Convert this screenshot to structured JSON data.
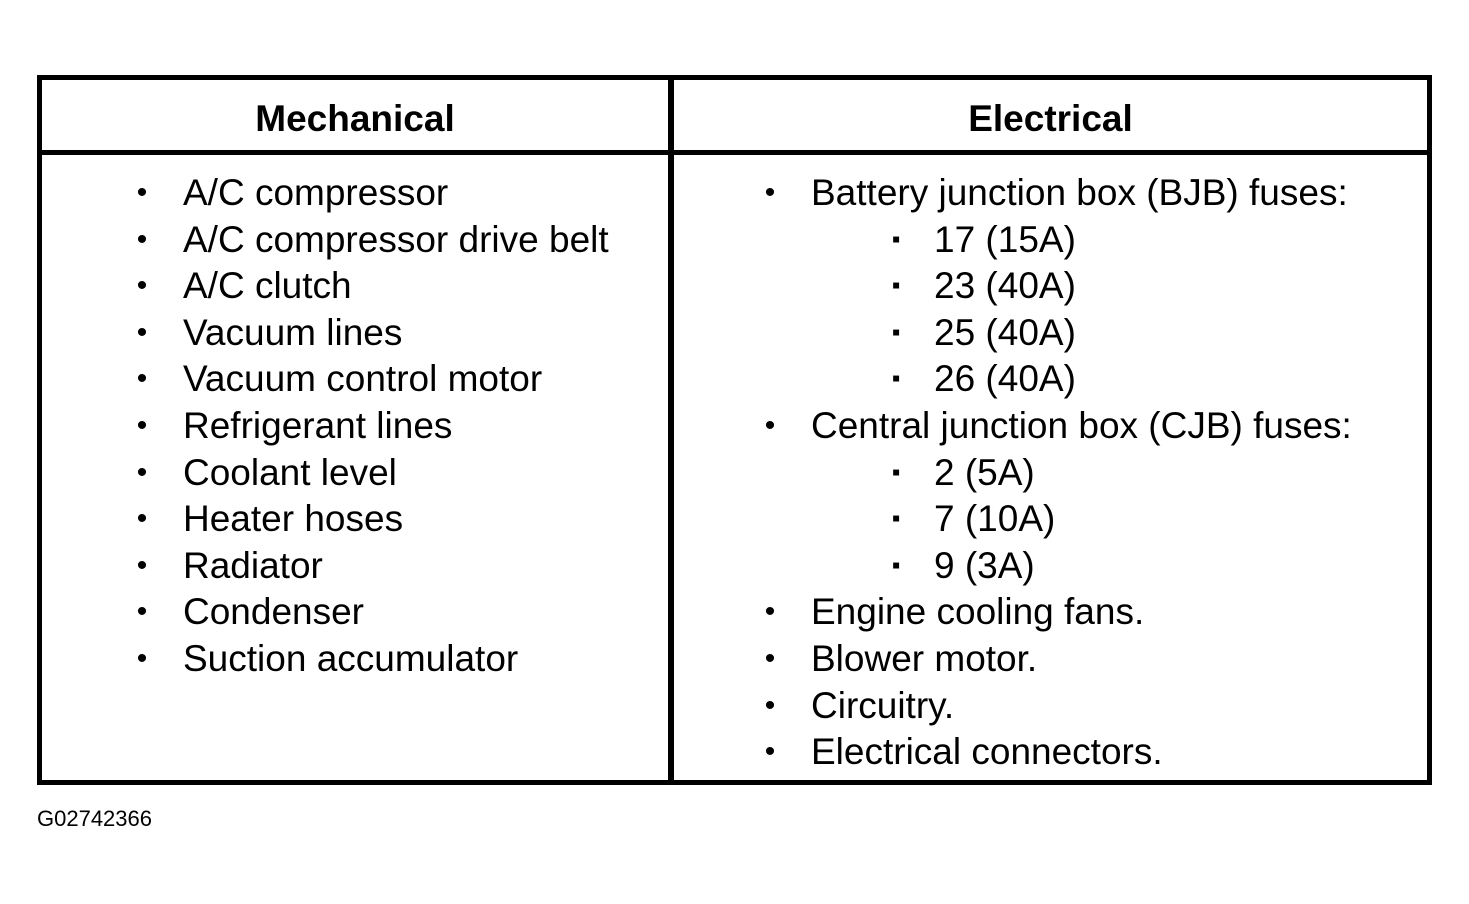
{
  "table": {
    "headers": {
      "mechanical": "Mechanical",
      "electrical": "Electrical"
    },
    "mechanical_items": [
      "A/C compressor",
      "A/C compressor drive belt",
      "A/C clutch",
      "Vacuum lines",
      "Vacuum control motor",
      "Refrigerant lines",
      "Coolant level",
      "Heater hoses",
      "Radiator",
      "Condenser",
      "Suction accumulator"
    ],
    "electrical_items": [
      {
        "text": "Battery junction box (BJB) fuses:",
        "level": 1
      },
      {
        "text": "17 (15A)",
        "level": 2
      },
      {
        "text": "23 (40A)",
        "level": 2
      },
      {
        "text": "25 (40A)",
        "level": 2
      },
      {
        "text": "26 (40A)",
        "level": 2
      },
      {
        "text": "Central junction box (CJB) fuses:",
        "level": 1
      },
      {
        "text": "2 (5A)",
        "level": 2
      },
      {
        "text": "7 (10A)",
        "level": 2
      },
      {
        "text": "9 (3A)",
        "level": 2
      },
      {
        "text": "Engine cooling fans.",
        "level": 1
      },
      {
        "text": "Blower motor.",
        "level": 1
      },
      {
        "text": "Circuitry.",
        "level": 1
      },
      {
        "text": "Electrical connectors.",
        "level": 1
      }
    ],
    "bullet_symbols": {
      "level1": "•",
      "level2": "▪"
    }
  },
  "figure_id": "G02742366"
}
